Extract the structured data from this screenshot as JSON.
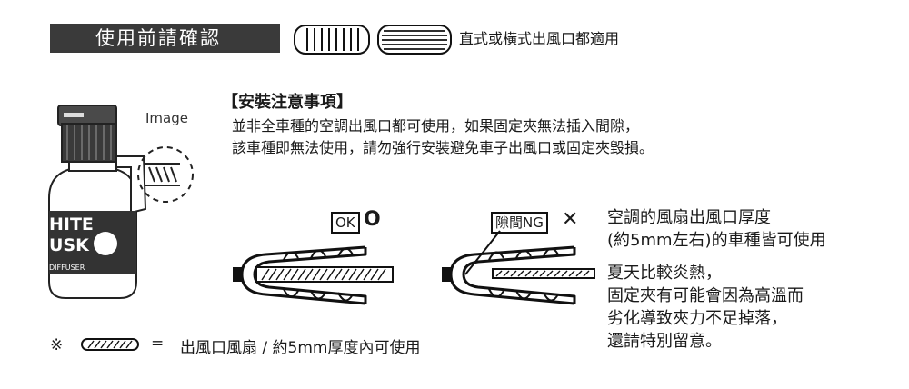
{
  "header": {
    "banner": "使用前請確認",
    "vent_note": "直式或橫式出風口都適用"
  },
  "image_label": "Image",
  "bottle_label": {
    "line1": "HITE",
    "line2": "USK",
    "line3": "DIFFUSER"
  },
  "notice": {
    "title": "【安裝注意事項】",
    "line1": "並非全車種的空調出風口都可使用，如果固定夾無法插入間隙，",
    "line2": "該車種即無法使用，請勿強行安裝避免車子出風口或固定夾毀損。"
  },
  "ok_tag": {
    "label": "OK",
    "mark": "O"
  },
  "ng_tag": {
    "label": "隙間NG",
    "mark": "✕"
  },
  "right_info": {
    "p1_line1": "空調的風扇出風口厚度",
    "p1_line2": "(約5mm左右)的車種皆可使用",
    "p2_line1": "夏天比較炎熱，",
    "p2_line2": "固定夾有可能會因為高溫而",
    "p2_line3": "劣化導致夾力不足掉落，",
    "p2_line4": "還請特別留意。"
  },
  "footnote": {
    "symbol": "※",
    "equals": "=",
    "text": "出風口風扇 / 約5mm厚度內可使用"
  },
  "colors": {
    "banner_bg": "#3a3a3a",
    "ink": "#1a1a1a"
  }
}
